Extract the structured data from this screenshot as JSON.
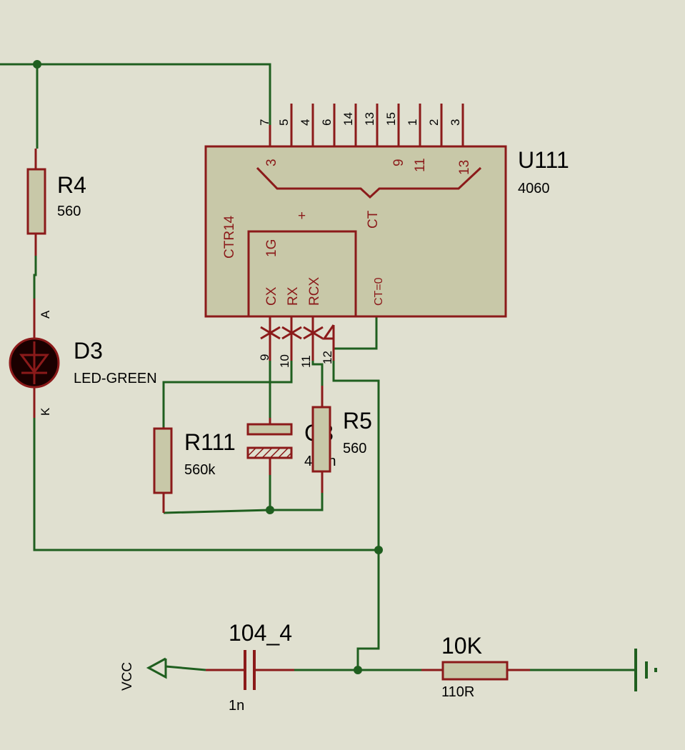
{
  "colors": {
    "background": "#E0E0D0",
    "wire": "#1F5F1F",
    "component_outline": "#8B1A1A",
    "component_fill": "#C8C8A8",
    "led_fill": "#1A0000"
  },
  "components": {
    "u111": {
      "ref": "U111",
      "value": "4060",
      "inner_labels": {
        "ctr14": "CTR14",
        "plus": "+",
        "ct": "CT",
        "one_g": "1G",
        "cx": "CX",
        "rx": "RX",
        "rcx": "RCX",
        "ct_eq_0": "CT=0"
      },
      "inner_output_pins": [
        "3",
        "9",
        "11",
        "13"
      ],
      "top_pins": [
        "7",
        "5",
        "4",
        "6",
        "14",
        "13",
        "15",
        "1",
        "2",
        "3"
      ],
      "bottom_pins": [
        "9",
        "10",
        "11",
        "12"
      ]
    },
    "r4": {
      "ref": "R4",
      "value": "560"
    },
    "d3": {
      "ref": "D3",
      "value": "LED-GREEN",
      "pin_a": "A",
      "pin_k": "K"
    },
    "r111": {
      "ref": "R111",
      "value": "560k"
    },
    "c3": {
      "ref": "C3",
      "value": "470n"
    },
    "r5": {
      "ref": "R5",
      "value": "560"
    },
    "c104": {
      "ref": "104_4",
      "value": "1n"
    },
    "r10k": {
      "ref": "10K",
      "value": "110R"
    },
    "vcc": {
      "label": "VCC"
    }
  }
}
